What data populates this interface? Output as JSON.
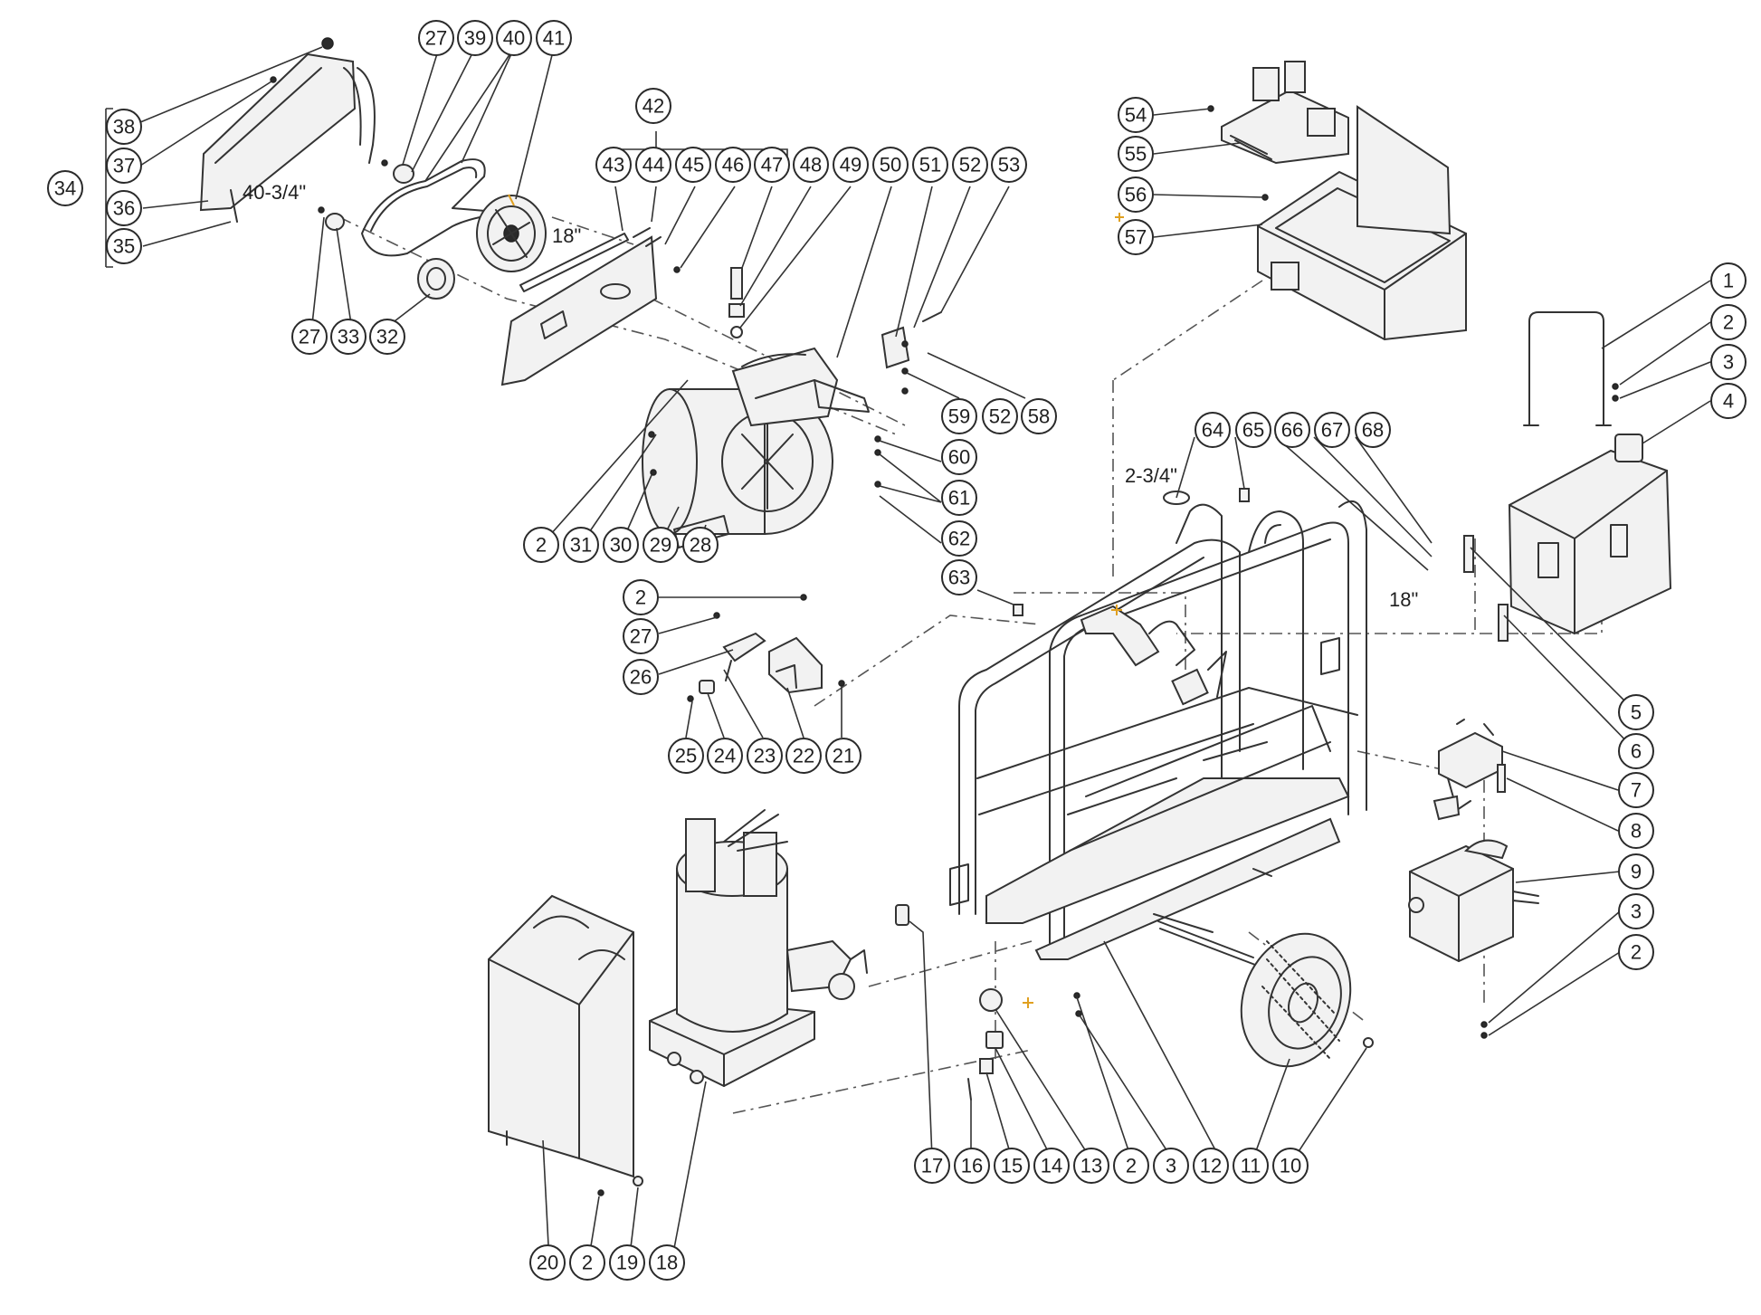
{
  "colors": {
    "line": "#333333",
    "marker": "#e0a020",
    "background": "#ffffff"
  },
  "dimensions": {
    "belt_guard": "40-3/4\"",
    "shaft_key": "18\"",
    "hose_top": "2-3/4\"",
    "hose_right": "18\""
  },
  "callouts": [
    {
      "id": "c38",
      "label": "38"
    },
    {
      "id": "c37",
      "label": "37"
    },
    {
      "id": "c34",
      "label": "34"
    },
    {
      "id": "c36",
      "label": "36"
    },
    {
      "id": "c35",
      "label": "35"
    },
    {
      "id": "c27a",
      "label": "27"
    },
    {
      "id": "c39",
      "label": "39"
    },
    {
      "id": "c40",
      "label": "40"
    },
    {
      "id": "c41",
      "label": "41"
    },
    {
      "id": "c27b",
      "label": "27"
    },
    {
      "id": "c33",
      "label": "33"
    },
    {
      "id": "c32",
      "label": "32"
    },
    {
      "id": "c42",
      "label": "42"
    },
    {
      "id": "c43",
      "label": "43"
    },
    {
      "id": "c44",
      "label": "44"
    },
    {
      "id": "c45",
      "label": "45"
    },
    {
      "id": "c46",
      "label": "46"
    },
    {
      "id": "c47",
      "label": "47"
    },
    {
      "id": "c48",
      "label": "48"
    },
    {
      "id": "c49",
      "label": "49"
    },
    {
      "id": "c50",
      "label": "50"
    },
    {
      "id": "c51",
      "label": "51"
    },
    {
      "id": "c52a",
      "label": "52"
    },
    {
      "id": "c53",
      "label": "53"
    },
    {
      "id": "c59",
      "label": "59"
    },
    {
      "id": "c52b",
      "label": "52"
    },
    {
      "id": "c58",
      "label": "58"
    },
    {
      "id": "c60",
      "label": "60"
    },
    {
      "id": "c61",
      "label": "61"
    },
    {
      "id": "c62",
      "label": "62"
    },
    {
      "id": "c2a",
      "label": "2"
    },
    {
      "id": "c31",
      "label": "31"
    },
    {
      "id": "c30",
      "label": "30"
    },
    {
      "id": "c29",
      "label": "29"
    },
    {
      "id": "c28",
      "label": "28"
    },
    {
      "id": "c54",
      "label": "54"
    },
    {
      "id": "c55",
      "label": "55"
    },
    {
      "id": "c56",
      "label": "56"
    },
    {
      "id": "c57",
      "label": "57"
    },
    {
      "id": "c1",
      "label": "1"
    },
    {
      "id": "c2b",
      "label": "2"
    },
    {
      "id": "c3a",
      "label": "3"
    },
    {
      "id": "c4",
      "label": "4"
    },
    {
      "id": "c64",
      "label": "64"
    },
    {
      "id": "c65",
      "label": "65"
    },
    {
      "id": "c66",
      "label": "66"
    },
    {
      "id": "c67",
      "label": "67"
    },
    {
      "id": "c68",
      "label": "68"
    },
    {
      "id": "c63",
      "label": "63"
    },
    {
      "id": "c2c",
      "label": "2"
    },
    {
      "id": "c27c",
      "label": "27"
    },
    {
      "id": "c26",
      "label": "26"
    },
    {
      "id": "c25",
      "label": "25"
    },
    {
      "id": "c24",
      "label": "24"
    },
    {
      "id": "c23",
      "label": "23"
    },
    {
      "id": "c22",
      "label": "22"
    },
    {
      "id": "c21",
      "label": "21"
    },
    {
      "id": "c5",
      "label": "5"
    },
    {
      "id": "c6",
      "label": "6"
    },
    {
      "id": "c7",
      "label": "7"
    },
    {
      "id": "c8",
      "label": "8"
    },
    {
      "id": "c9",
      "label": "9"
    },
    {
      "id": "c3b",
      "label": "3"
    },
    {
      "id": "c2d",
      "label": "2"
    },
    {
      "id": "c17",
      "label": "17"
    },
    {
      "id": "c16",
      "label": "16"
    },
    {
      "id": "c15",
      "label": "15"
    },
    {
      "id": "c14",
      "label": "14"
    },
    {
      "id": "c13",
      "label": "13"
    },
    {
      "id": "c2e",
      "label": "2"
    },
    {
      "id": "c3c",
      "label": "3"
    },
    {
      "id": "c12",
      "label": "12"
    },
    {
      "id": "c11",
      "label": "11"
    },
    {
      "id": "c10",
      "label": "10"
    },
    {
      "id": "c20",
      "label": "20"
    },
    {
      "id": "c2f",
      "label": "2"
    },
    {
      "id": "c19",
      "label": "19"
    },
    {
      "id": "c18",
      "label": "18"
    }
  ]
}
